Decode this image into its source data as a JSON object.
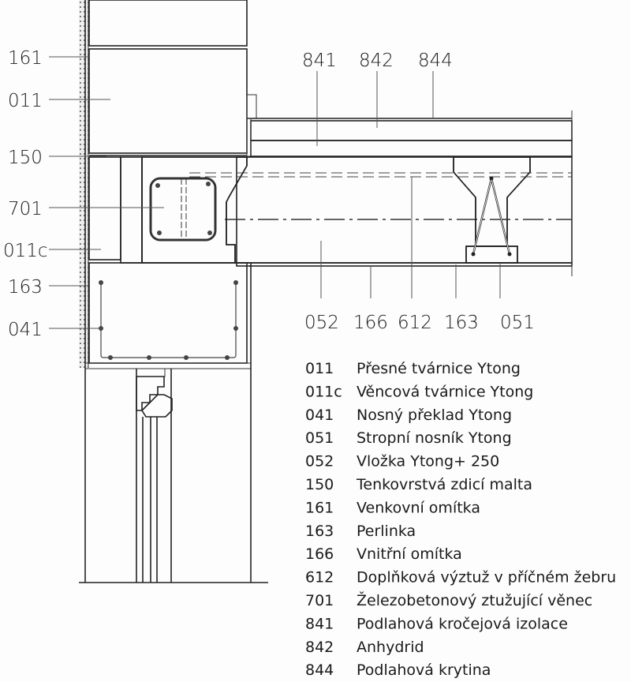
{
  "left_labels": [
    "161",
    "011",
    "150",
    "701",
    "011c",
    "163",
    "041"
  ],
  "top_labels": [
    "841",
    "842",
    "844"
  ],
  "bottom_labels": [
    "052",
    "166",
    "612",
    "163",
    "051"
  ],
  "legend": [
    {
      "code": "011",
      "text": "Přesné tvárnice Ytong"
    },
    {
      "code": "011c",
      "text": "Věncová tvárnice Ytong"
    },
    {
      "code": "041",
      "text": "Nosný překlad Ytong"
    },
    {
      "code": "051",
      "text": "Stropní nosník Ytong"
    },
    {
      "code": "052",
      "text": "Vložka Ytong+ 250"
    },
    {
      "code": "150",
      "text": "Tenkovrstvá zdicí malta"
    },
    {
      "code": "161",
      "text": "Venkovní omítka"
    },
    {
      "code": "163",
      "text": "Perlinka"
    },
    {
      "code": "166",
      "text": "Vnitřní omítka"
    },
    {
      "code": "612",
      "text": "Doplňková výztuž v příčném žebru"
    },
    {
      "code": "701",
      "text": "Železobetonový ztužující věnec"
    },
    {
      "code": "841",
      "text": "Podlahová kročejová izolace"
    },
    {
      "code": "842",
      "text": "Anhydrid"
    },
    {
      "code": "844",
      "text": "Podlahová krytina"
    }
  ]
}
